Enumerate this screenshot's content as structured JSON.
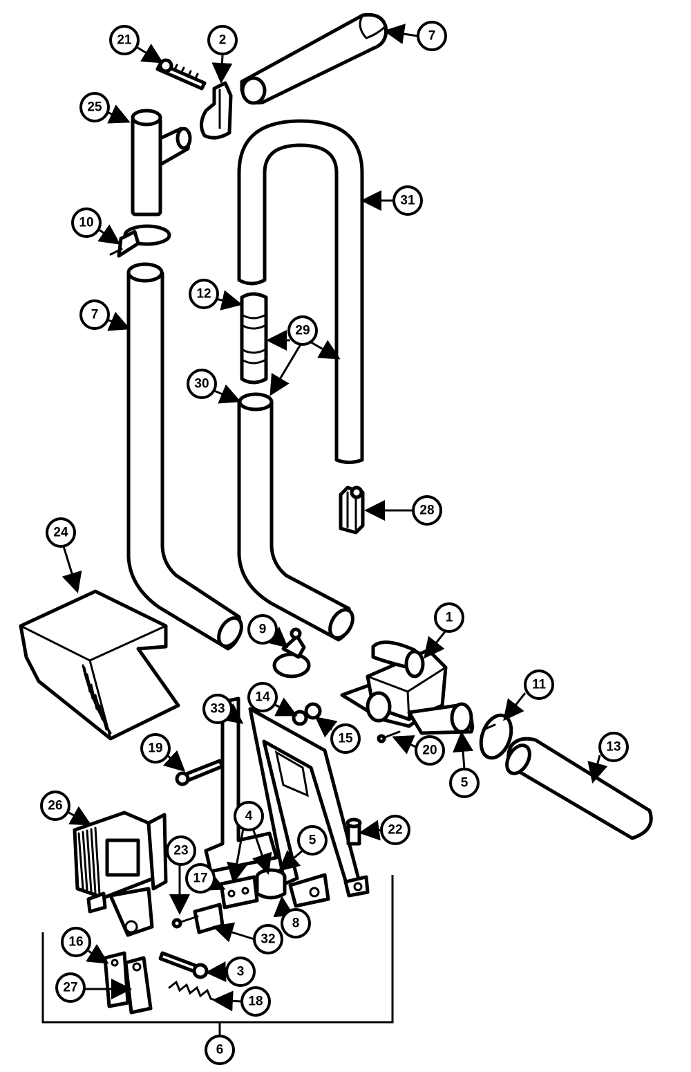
{
  "callouts": [
    {
      "id": "c21",
      "label": "21"
    },
    {
      "id": "c2",
      "label": "2"
    },
    {
      "id": "c7a",
      "label": "7"
    },
    {
      "id": "c25",
      "label": "25"
    },
    {
      "id": "c31",
      "label": "31"
    },
    {
      "id": "c10",
      "label": "10"
    },
    {
      "id": "c12",
      "label": "12"
    },
    {
      "id": "c7b",
      "label": "7"
    },
    {
      "id": "c29",
      "label": "29"
    },
    {
      "id": "c30",
      "label": "30"
    },
    {
      "id": "c28",
      "label": "28"
    },
    {
      "id": "c24",
      "label": "24"
    },
    {
      "id": "c9",
      "label": "9"
    },
    {
      "id": "c1",
      "label": "1"
    },
    {
      "id": "c11",
      "label": "11"
    },
    {
      "id": "c14",
      "label": "14"
    },
    {
      "id": "c33",
      "label": "33"
    },
    {
      "id": "c15",
      "label": "15"
    },
    {
      "id": "c13",
      "label": "13"
    },
    {
      "id": "c20",
      "label": "20"
    },
    {
      "id": "c19",
      "label": "19"
    },
    {
      "id": "c5a",
      "label": "5"
    },
    {
      "id": "c26",
      "label": "26"
    },
    {
      "id": "c22",
      "label": "22"
    },
    {
      "id": "c4",
      "label": "4"
    },
    {
      "id": "c5b",
      "label": "5"
    },
    {
      "id": "c23",
      "label": "23"
    },
    {
      "id": "c17",
      "label": "17"
    },
    {
      "id": "c8",
      "label": "8"
    },
    {
      "id": "c32",
      "label": "32"
    },
    {
      "id": "c16",
      "label": "16"
    },
    {
      "id": "c3",
      "label": "3"
    },
    {
      "id": "c27",
      "label": "27"
    },
    {
      "id": "c18",
      "label": "18"
    },
    {
      "id": "c6",
      "label": "6"
    }
  ]
}
